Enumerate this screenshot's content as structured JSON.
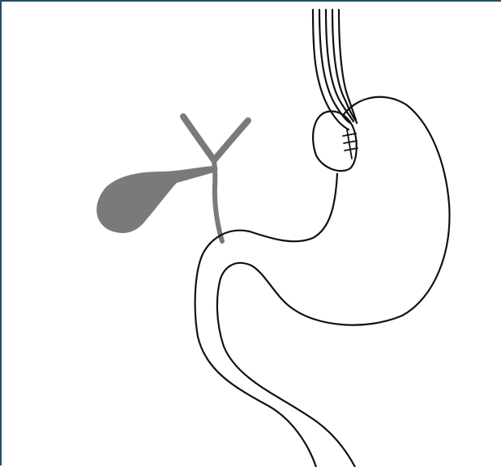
{
  "figure": {
    "frame_color": "#1f4e6e",
    "outline_color": "#111111",
    "biliary_color": "#7a7a7a",
    "fill_color": "#ffffff",
    "parts": [
      "gallbladder",
      "bile-duct",
      "stomach",
      "fundoplication-wrap",
      "esophagus",
      "duodenum"
    ]
  }
}
